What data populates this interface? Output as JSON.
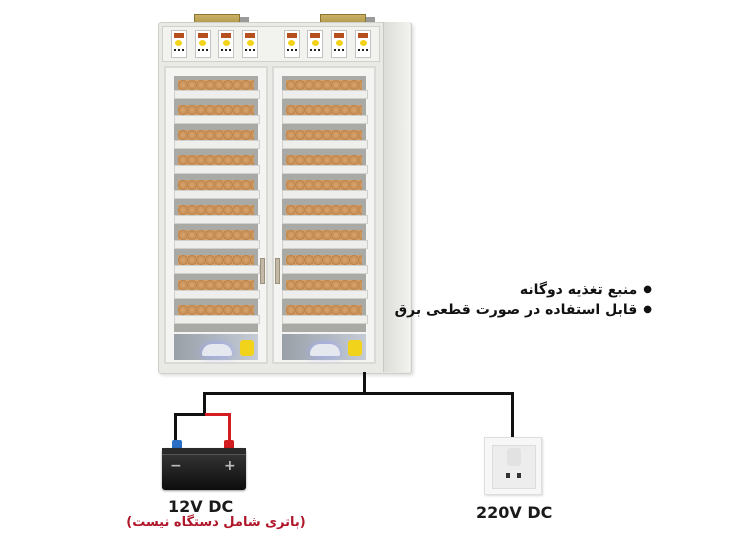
{
  "features": [
    "منبع تغذیه دوگانه",
    "قابل استفاده در صورت قطعی برق"
  ],
  "battery": {
    "label": "12V DC",
    "note": "(باتری شامل دستگاه نیست)",
    "negative_symbol": "−",
    "positive_symbol": "+",
    "terminal_colors": {
      "negative": "#2a6fc4",
      "positive": "#d21e22"
    }
  },
  "outlet": {
    "label": "220V DC"
  },
  "incubator": {
    "controllers": 8,
    "trays_per_door": 10,
    "doors": 2
  },
  "colors": {
    "wire": "#111111",
    "wire_positive": "#d21e22",
    "note_text": "#b0162a"
  }
}
